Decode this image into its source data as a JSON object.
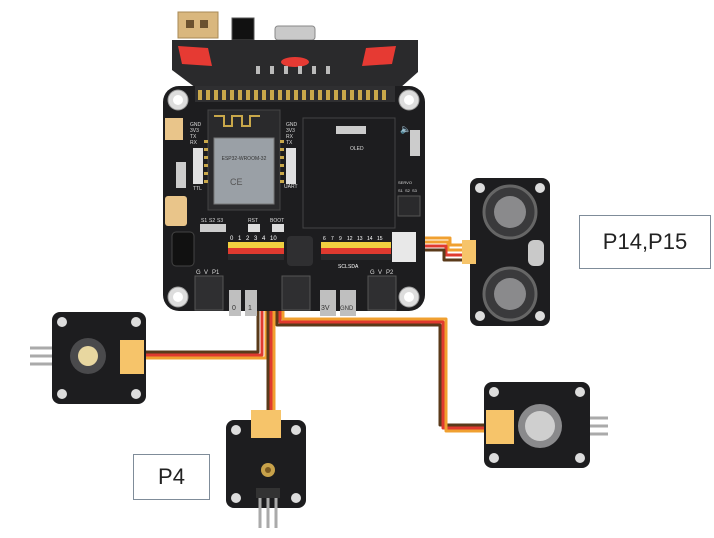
{
  "board": {
    "pin_row_top": [
      "0",
      "1",
      "2",
      "3",
      "4",
      "10"
    ],
    "pin_row_right": [
      "6",
      "7",
      "9",
      "12",
      "13",
      "14",
      "15"
    ],
    "left_labels": [
      "GND",
      "3V3",
      "TX",
      "RX"
    ],
    "right_labels": [
      "GND",
      "3V3",
      "RX",
      "TX"
    ],
    "ttl_label": "TTL",
    "uart_label": "UART",
    "oled_label": "OLED",
    "spi_label": "SDA",
    "i2c_label": "SCL",
    "switch_labels": [
      "S1",
      "S2",
      "S3"
    ],
    "rst_label": "RST",
    "boot_label": "BOOT",
    "pad_labels": [
      "0",
      "1",
      "3V",
      "GND"
    ],
    "power_labels": [
      "G",
      "V",
      "P1"
    ],
    "power_labels_b": [
      "G",
      "V",
      "P2"
    ],
    "chip_text": "ESP32-WROOM-32",
    "servo_label": "SERVO",
    "servo_pins": [
      "S1",
      "S2",
      "S3"
    ]
  },
  "labels": {
    "ultrasonic": "P14,P15",
    "light_sensor": "P4"
  },
  "colors": {
    "board": "#1d1d1f",
    "wire_red": "#e03a2f",
    "wire_orange": "#f0a030",
    "wire_brown": "#5a3a1a",
    "connector": "#f6c46a",
    "microbit_red": "#e63a33"
  }
}
